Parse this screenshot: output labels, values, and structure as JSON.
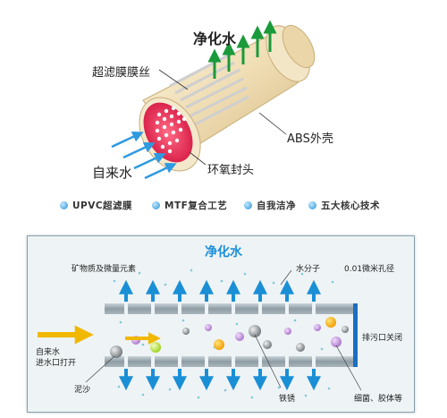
{
  "top": {
    "title": "净化水",
    "label_fiber": "超滤膜膜丝",
    "label_shell": "ABS外壳",
    "label_inlet": "自来水",
    "label_cap": "环氧封头"
  },
  "features": [
    {
      "label": "UPVC超滤膜",
      "icon": "bullet-dot-icon"
    },
    {
      "label": "MTF复合工艺",
      "icon": "bullet-dot-icon"
    },
    {
      "label": "自我洁净",
      "icon": "bullet-dot-icon"
    },
    {
      "label": "五大核心技术",
      "icon": "bullet-dot-icon"
    }
  ],
  "panel": {
    "title": "净化水",
    "minerals": "矿物质及微量元素",
    "water_molecule": "水分子",
    "pore": "0.01微米孔径",
    "inlet_line1": "自来水",
    "inlet_line2": "进水口打开",
    "drain": "排污口关闭",
    "sediment": "泥沙",
    "rust": "铁锈",
    "bacteria": "细菌、胶体等"
  },
  "colors": {
    "arrow_green": "#1a9a3a",
    "arrow_blue": "#1a8fd6",
    "inlet_yellow": "#f0b800",
    "title_blue": "#1b8fd8",
    "membrane_grey": "#8a98a0"
  }
}
